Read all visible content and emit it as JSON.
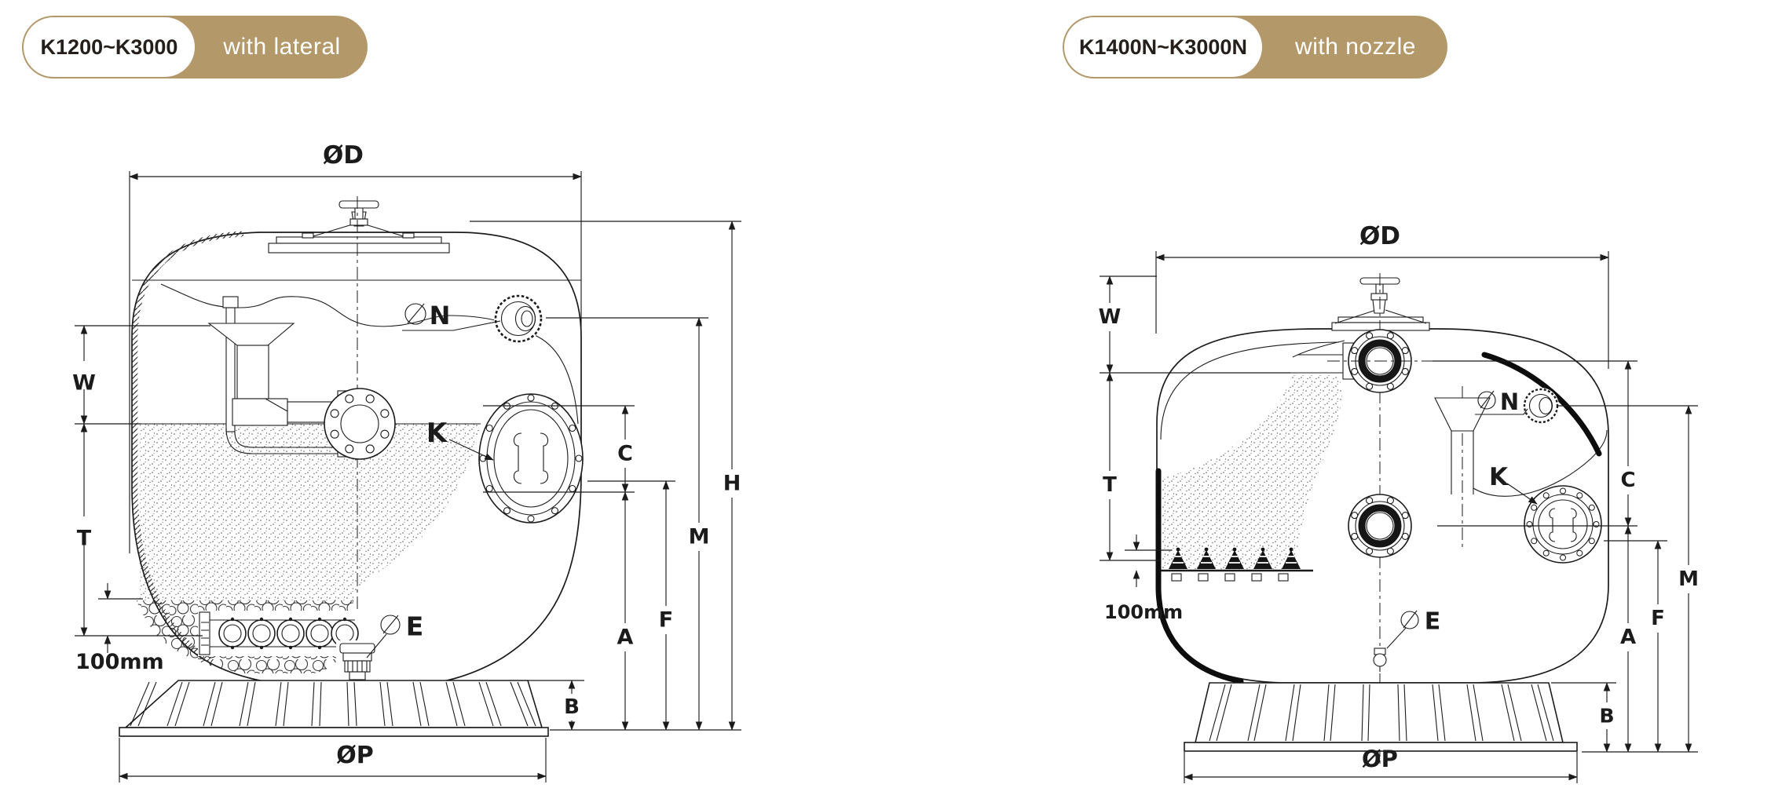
{
  "colors": {
    "gold": "#b3986a",
    "ink": "#1b1b1b",
    "paper": "#ffffff"
  },
  "badges": {
    "left": {
      "range": "K1200~K3000",
      "variant": "with lateral"
    },
    "right": {
      "range": "K1400N~K3000N",
      "variant": "with nozzle"
    }
  },
  "left": {
    "dia": "ØD",
    "n": "N",
    "k": "K",
    "w": "W",
    "t": "T",
    "layer": "100mm",
    "c": "C",
    "h": "H",
    "m": "M",
    "f": "F",
    "a": "A",
    "b": "B",
    "e": "E",
    "p": "ØP"
  },
  "right": {
    "dia": "ØD",
    "n": "N",
    "k": "K",
    "w": "W",
    "t": "T",
    "layer": "100mm",
    "c": "C",
    "m": "M",
    "f": "F",
    "a": "A",
    "b": "B",
    "e": "E",
    "p": "ØP"
  }
}
